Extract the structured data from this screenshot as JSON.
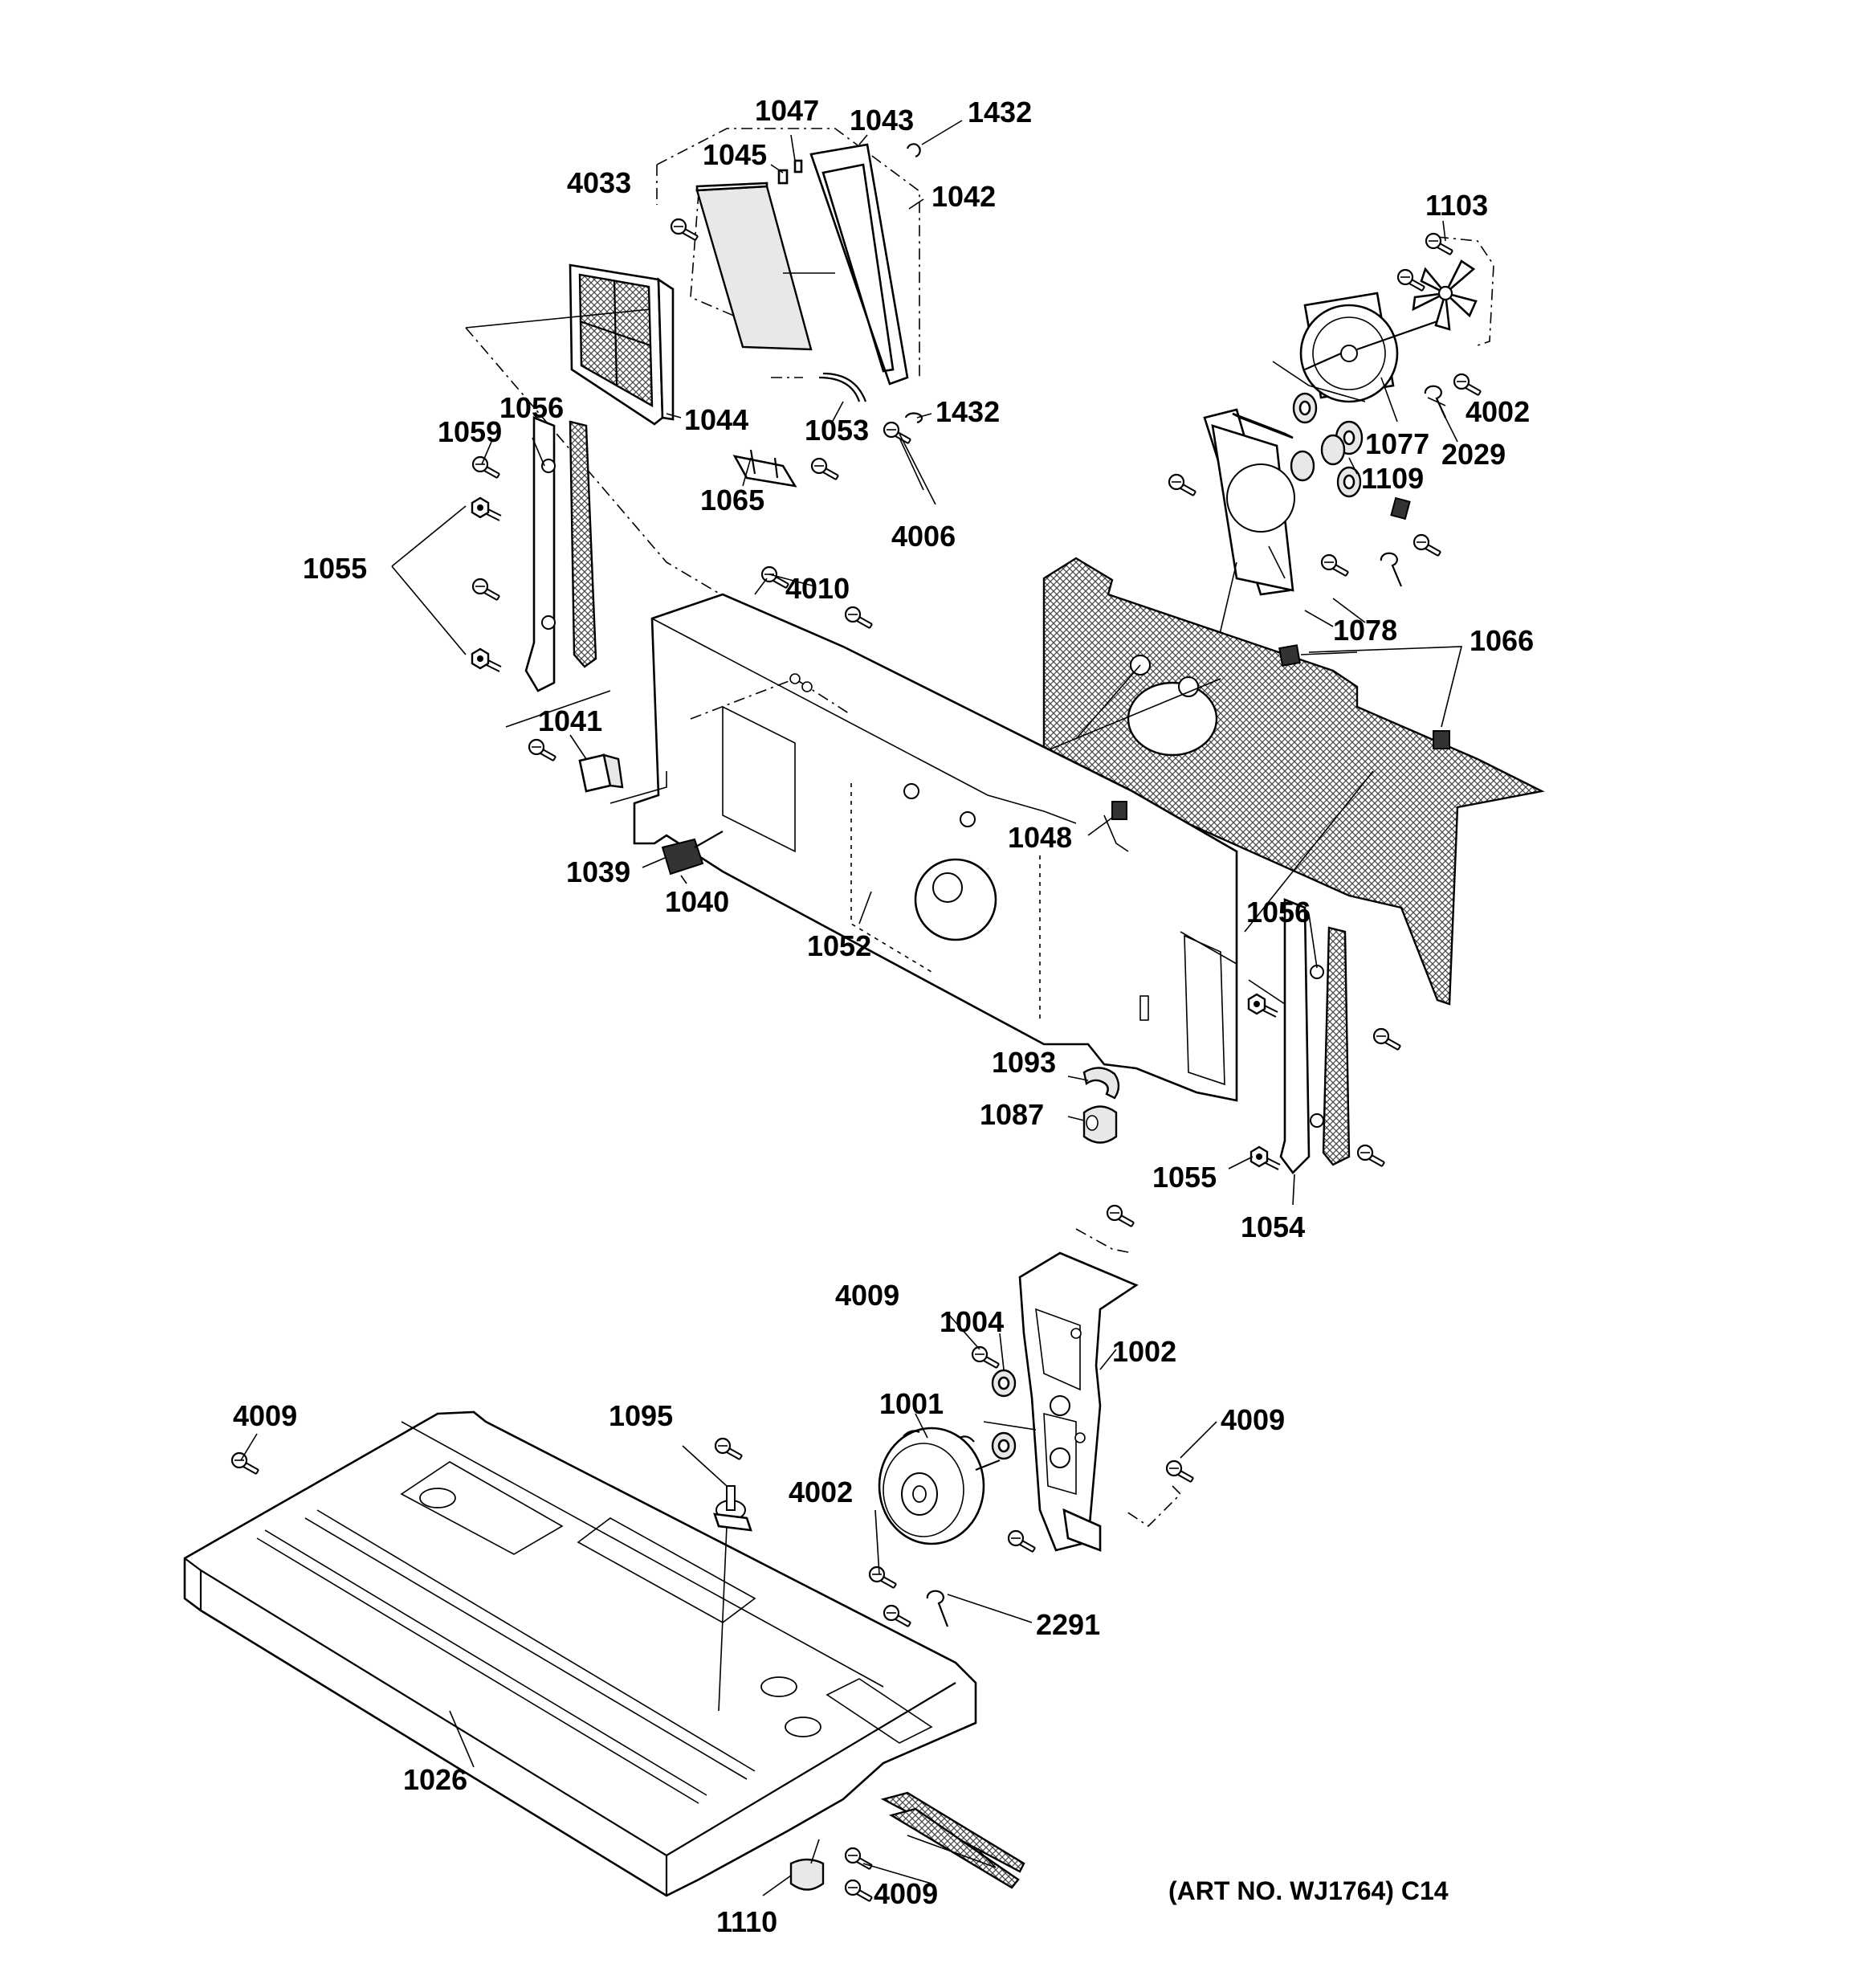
{
  "diagram": {
    "art_note": "(ART NO. WJ1764) C14",
    "callouts": [
      {
        "id": "c1047",
        "text": "1047"
      },
      {
        "id": "c1043",
        "text": "1043"
      },
      {
        "id": "c1432a",
        "text": "1432"
      },
      {
        "id": "c1045",
        "text": "1045"
      },
      {
        "id": "c1042",
        "text": "1042"
      },
      {
        "id": "c4033",
        "text": "4033"
      },
      {
        "id": "c1103",
        "text": "1103"
      },
      {
        "id": "c1044",
        "text": "1044"
      },
      {
        "id": "c1432b",
        "text": "1432"
      },
      {
        "id": "c1056a",
        "text": "1056"
      },
      {
        "id": "c1053",
        "text": "1053"
      },
      {
        "id": "c4002a",
        "text": "4002"
      },
      {
        "id": "c1059",
        "text": "1059"
      },
      {
        "id": "c1077",
        "text": "1077"
      },
      {
        "id": "c2029",
        "text": "2029"
      },
      {
        "id": "c1109",
        "text": "1109"
      },
      {
        "id": "c1065",
        "text": "1065"
      },
      {
        "id": "c4006",
        "text": "4006"
      },
      {
        "id": "c1055a",
        "text": "1055"
      },
      {
        "id": "c4010",
        "text": "4010"
      },
      {
        "id": "c1078",
        "text": "1078"
      },
      {
        "id": "c1066",
        "text": "1066"
      },
      {
        "id": "c1041",
        "text": "1041"
      },
      {
        "id": "c1048",
        "text": "1048"
      },
      {
        "id": "c1039",
        "text": "1039"
      },
      {
        "id": "c1040",
        "text": "1040"
      },
      {
        "id": "c1056b",
        "text": "1056"
      },
      {
        "id": "c1052",
        "text": "1052"
      },
      {
        "id": "c1093",
        "text": "1093"
      },
      {
        "id": "c1087",
        "text": "1087"
      },
      {
        "id": "c1055b",
        "text": "1055"
      },
      {
        "id": "c1054",
        "text": "1054"
      },
      {
        "id": "c4009a",
        "text": "4009"
      },
      {
        "id": "c1004",
        "text": "1004"
      },
      {
        "id": "c1002",
        "text": "1002"
      },
      {
        "id": "c1001",
        "text": "1001"
      },
      {
        "id": "c4009b",
        "text": "4009"
      },
      {
        "id": "c4009c",
        "text": "4009"
      },
      {
        "id": "c1095",
        "text": "1095"
      },
      {
        "id": "c4002b",
        "text": "4002"
      },
      {
        "id": "c2291",
        "text": "2291"
      },
      {
        "id": "c1026",
        "text": "1026"
      },
      {
        "id": "c4009d",
        "text": "4009"
      },
      {
        "id": "c1110",
        "text": "1110"
      }
    ]
  }
}
